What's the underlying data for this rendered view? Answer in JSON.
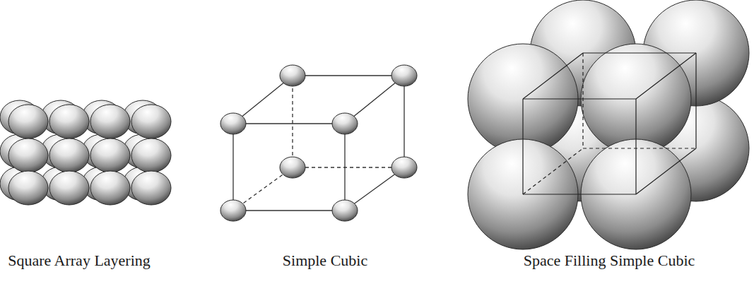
{
  "diagram": {
    "labels": [
      "Square Array Layering",
      "Simple Cubic",
      "Space Filling Simple Cubic"
    ]
  }
}
